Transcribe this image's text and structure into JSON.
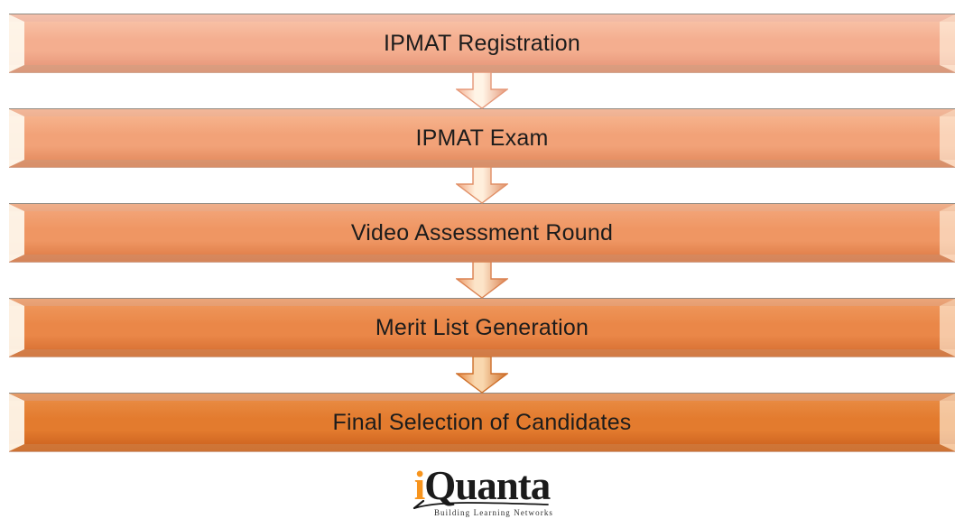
{
  "flow": {
    "text_color": "#1c1c1c",
    "steps": [
      {
        "label": "IPMAT Registration",
        "colors": {
          "light": "#F8C0A5",
          "fill": "#F4AE8F",
          "dark": "#E99B7E"
        },
        "arrow": {
          "body": "#F3B092",
          "highlight": "#FFF4E6",
          "edge": "#E59879"
        }
      },
      {
        "label": "IPMAT Exam",
        "colors": {
          "light": "#F6B28C",
          "fill": "#F2A278",
          "dark": "#E68F63"
        },
        "arrow": {
          "body": "#F0A47D",
          "highlight": "#FFEFDC",
          "edge": "#E08F66"
        }
      },
      {
        "label": "Video Assessment Round",
        "colors": {
          "light": "#F2A376",
          "fill": "#EF9663",
          "dark": "#E2824D"
        },
        "arrow": {
          "body": "#EC9765",
          "highlight": "#FCE4C8",
          "edge": "#DA8150"
        }
      },
      {
        "label": "Merit List Generation",
        "colors": {
          "light": "#EE9559",
          "fill": "#EA8748",
          "dark": "#DB7436"
        },
        "arrow": {
          "body": "#E5823A",
          "highlight": "#F9D7AE",
          "edge": "#CE6F2A"
        }
      },
      {
        "label": "Final Selection of Candidates",
        "colors": {
          "light": "#E88A42",
          "fill": "#E37B2E",
          "dark": "#D16722"
        },
        "arrow": null
      }
    ]
  },
  "logo": {
    "prefix": "i",
    "name": "Quanta",
    "tagline": "Building Learning Networks",
    "prefix_color": "#F7941D",
    "name_color": "#1b1b1b"
  }
}
